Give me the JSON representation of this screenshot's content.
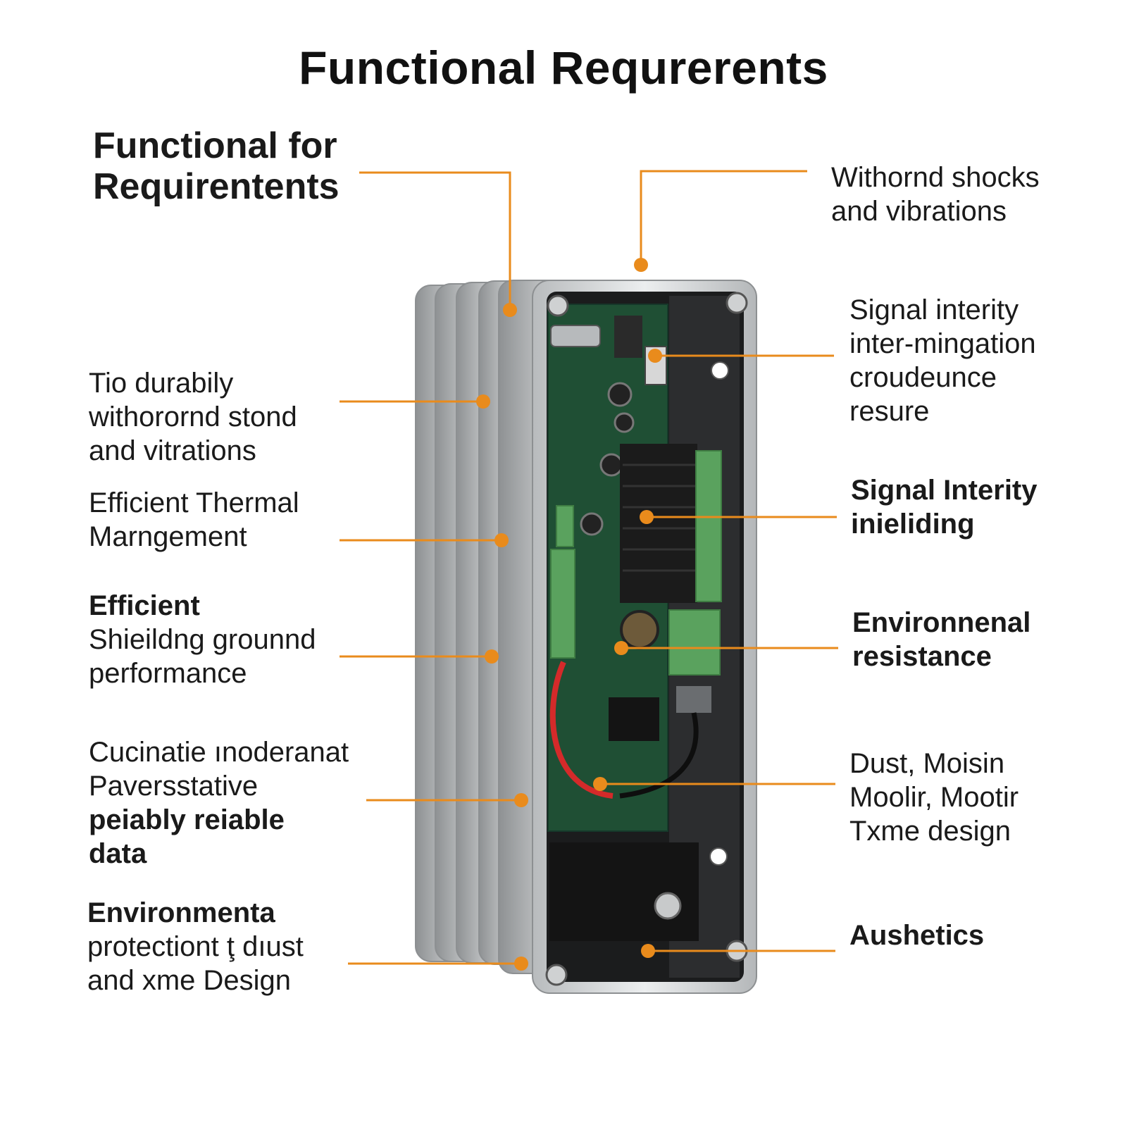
{
  "title": "Functional Requrerents",
  "colors": {
    "leader": "#e98b1c",
    "pcb": "#1f4f34",
    "enclosure": "#c9cbcc",
    "terminal": "#5aa25e"
  },
  "left_labels": [
    {
      "lines": [
        "Functional for",
        "Requirentents"
      ],
      "bold": [
        true,
        true
      ]
    },
    {
      "lines": [
        "Tio durabily",
        "withorornd stond",
        "and vitrations"
      ],
      "bold": [
        false,
        false,
        false
      ]
    },
    {
      "lines": [
        "Efficient Thermal",
        "Marngement"
      ],
      "bold": [
        false,
        false
      ]
    },
    {
      "lines": [
        "Efficient",
        "Shieildng grounnd",
        "performance"
      ],
      "bold": [
        true,
        false,
        false
      ]
    },
    {
      "lines": [
        "Cucinatie ınoderanat",
        "Paversstative",
        "peiably reiable",
        "data"
      ],
      "bold": [
        false,
        false,
        true,
        true
      ]
    },
    {
      "lines": [
        "Environmenta",
        "protectiont ţ dıust",
        "and xme Design"
      ],
      "bold": [
        true,
        false,
        false
      ]
    }
  ],
  "right_labels": [
    {
      "lines": [
        "Withornd shocks",
        "and vibrations"
      ],
      "bold": [
        false,
        false
      ]
    },
    {
      "lines": [
        "Signal interity",
        "inter-mingation",
        "croudeunce",
        "resure"
      ],
      "bold": [
        false,
        false,
        false,
        false
      ]
    },
    {
      "lines": [
        "Signal Interity",
        "inieliding"
      ],
      "bold": [
        true,
        true
      ]
    },
    {
      "lines": [
        "Environnenal",
        "resistance"
      ],
      "bold": [
        true,
        true
      ]
    },
    {
      "lines": [
        "Dust, Moisin",
        "Moolir, Mootir",
        "Txme design"
      ],
      "bold": [
        false,
        false,
        false
      ]
    },
    {
      "lines": [
        "Aushetics"
      ],
      "bold": [
        true
      ]
    }
  ]
}
